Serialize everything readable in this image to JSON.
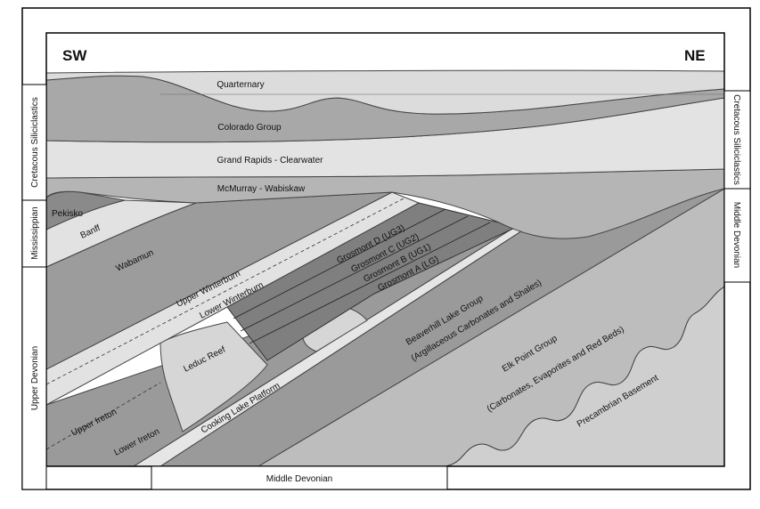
{
  "directions": {
    "left": "SW",
    "right": "NE"
  },
  "side_labels": {
    "left_cretaceous": "Cretacous Siliciclastics",
    "left_mississippian": "Mississippian",
    "left_upper_devonian": "Upper Devonian",
    "right_cretaceous": "Cretacous Siliciclastics",
    "right_middle_devonian": "Middle Devonian",
    "bottom_middle_devonian": "Middle Devonian"
  },
  "units": {
    "quarternary": "Quarternary",
    "colorado_group": "Colorado Group",
    "grand_rapids": "Grand Rapids - Clearwater",
    "mcmurray": "McMurray - Wabiskaw",
    "pekisko": "Pekisko",
    "banff": "Banff",
    "wabamun": "Wabamun",
    "upper_winterburn": "Upper Winterburn",
    "lower_winterburn": "Lower Winterburn",
    "grosmont_d": "Grosmont D (UG3)",
    "grosmont_c": "Grosmont C (UG2)",
    "grosmont_b": "Grosmont B (UG1)",
    "grosmont_a": "Grosmont A (LG)",
    "leduc_reef": "Leduc Reef",
    "upper_ireton": "Upper Ireton",
    "lower_ireton": "Lower Ireton",
    "cooking_lake": "Cooking Lake Platform",
    "beaverhill_1": "Beaverhill Lake Group",
    "beaverhill_2": "(Argillaceous Carbonates and Shales)",
    "elk_point_1": "Elk Point Group",
    "elk_point_2": "(Carbonates, Evaporites and Red Beds)",
    "precambrian": "Precambrian Basement"
  },
  "colors": {
    "light": "#e0e0e0",
    "medium": "#b9b9b9",
    "dark": "#9a9a9a",
    "darker": "#888888",
    "grosmont": "#7f7f7f",
    "basement": "#cfcfcf",
    "frame": "#000000"
  }
}
